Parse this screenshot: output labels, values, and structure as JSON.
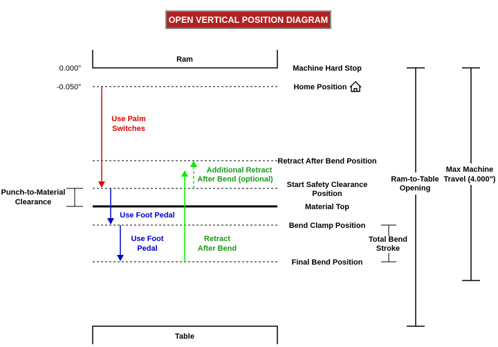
{
  "title": "OPEN VERTICAL POSITION DIAGRAM",
  "colors": {
    "title_bg": "#b22222",
    "title_border": "#8a8a8a",
    "palm_arrow": "#dd0000",
    "foot_arrow": "#0000cc",
    "retract_arrow": "#00ee00",
    "retract_text": "#1a9a1a",
    "line": "#000000"
  },
  "blocks": {
    "ram": "Ram",
    "table": "Table"
  },
  "readouts": {
    "hard_stop": "0.000\"",
    "home": "-0.050\""
  },
  "positions": {
    "machine_hard_stop": "Machine Hard Stop",
    "home_position": "Home Position",
    "retract_after_bend_position": "Retract After Bend Position",
    "start_safety_line1": "Start Safety Clearance",
    "start_safety_line2": "Position",
    "material_top": "Material Top",
    "bend_clamp_position": "Bend Clamp Position",
    "final_bend_position": "Final Bend Position"
  },
  "arrows": {
    "palm_line1": "Use Palm",
    "palm_line2": "Switches",
    "foot1": "Use Foot Pedal",
    "foot2_line1": "Use Foot",
    "foot2_line2": "Pedal",
    "retract_line1": "Retract",
    "retract_line2": "After Bend",
    "additional_line1": "Additional Retract",
    "additional_line2": "After Bend (optional)"
  },
  "dimensions": {
    "punch_line1": "Punch-to-Material",
    "punch_line2": "Clearance",
    "total_line1": "Total Bend",
    "total_line2": "Stroke",
    "ram_table_line1": "Ram-to-Table",
    "ram_table_line2": "Opening",
    "max_travel_line1": "Max Machine",
    "max_travel_line2": "Travel (4.000\")"
  },
  "icons": {
    "home": "home-icon"
  }
}
